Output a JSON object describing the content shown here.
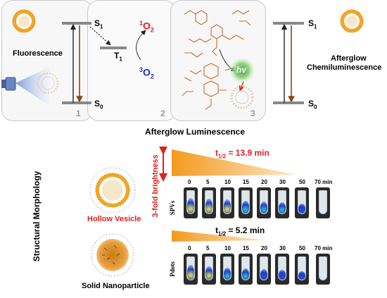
{
  "top": {
    "panel1": {
      "fluorescence": "Fluorescence",
      "s1": "S",
      "s1_sub": "1",
      "s0": "S",
      "s0_sub": "0",
      "num": "1"
    },
    "panel2": {
      "t1": "T",
      "t1_sub": "1",
      "singlet_sup": "1",
      "singlet": "O",
      "singlet_sub": "2",
      "triplet_sup": "3",
      "triplet": "O",
      "triplet_sub": "2",
      "num": "2"
    },
    "panel3": {
      "hv": "hv",
      "num": "3"
    },
    "right": {
      "s1": "S",
      "s1_sub": "1",
      "s0": "S",
      "s0_sub": "0",
      "afterglow_line1": "Afterglow",
      "afterglow_line2": "Chemiluminescence"
    }
  },
  "bottom": {
    "title": "Afterglow Luminescence",
    "structural_morphology": "Structural Morphology",
    "brightness": "3-fold brightness",
    "hollow_vesicle": "Hollow Vesicle",
    "solid_nanoparticle": "Solid Nanoparticle",
    "spvs": {
      "half_life_prefix": "t",
      "half_life_sub": "1/2",
      "half_life_value": " = 13.9 min",
      "row_label": "SPVs",
      "times": [
        "0",
        "5",
        "10",
        "15",
        "20",
        "30",
        "50",
        "70 min"
      ]
    },
    "pdots": {
      "half_life_prefix": "t",
      "half_life_sub": "1/2",
      "half_life_value": " = 5.2 min",
      "row_label": "Pdots",
      "times": [
        "0",
        "5",
        "10",
        "15",
        "20",
        "30",
        "50",
        "70 min"
      ]
    }
  },
  "colors": {
    "orange": "#f39a1e",
    "brown_arrow": "#8b4513",
    "red_text": "#e02020",
    "blue_text": "#1f2fbf",
    "vesicle_orange": "#f5a623",
    "molecule": "#c96b2c",
    "hv_green": "#7fc66a"
  }
}
